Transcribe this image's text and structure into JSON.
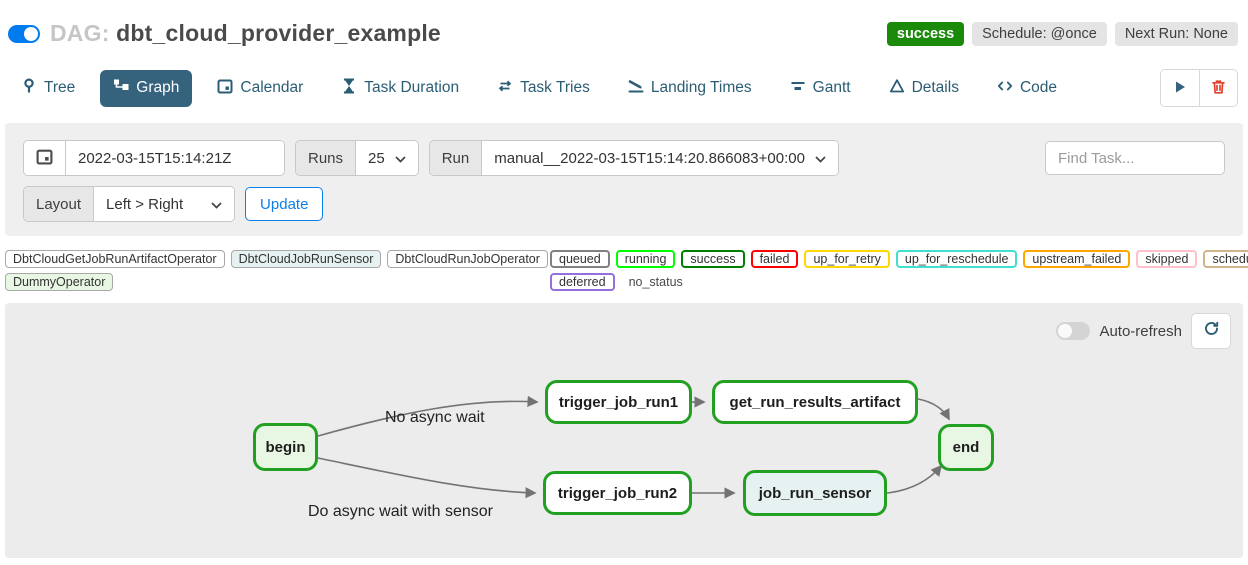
{
  "header": {
    "dag_prefix": "DAG:",
    "dag_name": "dbt_cloud_provider_example",
    "badges": {
      "status": "success",
      "schedule": "Schedule: @once",
      "next_run": "Next Run: None"
    }
  },
  "tabs": [
    {
      "label": "Tree",
      "active": false
    },
    {
      "label": "Graph",
      "active": true
    },
    {
      "label": "Calendar",
      "active": false
    },
    {
      "label": "Task Duration",
      "active": false
    },
    {
      "label": "Task Tries",
      "active": false
    },
    {
      "label": "Landing Times",
      "active": false
    },
    {
      "label": "Gantt",
      "active": false
    },
    {
      "label": "Details",
      "active": false
    },
    {
      "label": "Code",
      "active": false
    }
  ],
  "filter_bar": {
    "date_value": "2022-03-15T15:14:21Z",
    "runs_label": "Runs",
    "runs_value": "25",
    "run_label": "Run",
    "run_value": "manual__2022-03-15T15:14:20.866083+00:00",
    "find_task_placeholder": "Find Task...",
    "layout_label": "Layout",
    "layout_value": "Left > Right",
    "update_label": "Update"
  },
  "legend": {
    "operators": [
      {
        "label": "DbtCloudGetJobRunArtifactOperator",
        "fill": "#ffffff"
      },
      {
        "label": "DbtCloudJobRunSensor",
        "fill": "#e6f1f2"
      },
      {
        "label": "DbtCloudRunJobOperator",
        "fill": "#ffffff"
      },
      {
        "label": "DummyOperator",
        "fill": "#e8f7e4"
      }
    ],
    "statuses": [
      {
        "label": "queued",
        "color": "#808080"
      },
      {
        "label": "running",
        "color": "#00ff00"
      },
      {
        "label": "success",
        "color": "#008000"
      },
      {
        "label": "failed",
        "color": "#ff0000"
      },
      {
        "label": "up_for_retry",
        "color": "#ffd700"
      },
      {
        "label": "up_for_reschedule",
        "color": "#40e0d0"
      },
      {
        "label": "upstream_failed",
        "color": "#ffa500"
      },
      {
        "label": "skipped",
        "color": "#ffc0cb"
      },
      {
        "label": "scheduled",
        "color": "#d2b48c"
      },
      {
        "label": "deferred",
        "color": "#9370db"
      }
    ],
    "no_status_label": "no_status"
  },
  "graph": {
    "auto_refresh_label": "Auto-refresh",
    "nodes": [
      {
        "id": "begin",
        "label": "begin",
        "fill": "#e8f7e4",
        "state_border": "#22a022"
      },
      {
        "id": "trigger_job_run1",
        "label": "trigger_job_run1",
        "fill": "#ffffff",
        "state_border": "#22a022"
      },
      {
        "id": "get_run_results_artifact",
        "label": "get_run_results_artifact",
        "fill": "#ffffff",
        "state_border": "#22a022"
      },
      {
        "id": "trigger_job_run2",
        "label": "trigger_job_run2",
        "fill": "#ffffff",
        "state_border": "#22a022"
      },
      {
        "id": "job_run_sensor",
        "label": "job_run_sensor",
        "fill": "#e6f1f2",
        "state_border": "#22a022"
      },
      {
        "id": "end",
        "label": "end",
        "fill": "#e8f7e4",
        "state_border": "#22a022"
      }
    ],
    "edge_labels": [
      "No async wait",
      "Do async wait with sensor"
    ]
  },
  "colors": {
    "accent_blue": "#017cee",
    "tab_blue": "#2b5d75",
    "active_tab_bg": "#35637d",
    "success_green": "#1b8a0b",
    "node_border_green": "#22a022",
    "edge_gray": "#737373",
    "danger_red": "#e0402f"
  }
}
